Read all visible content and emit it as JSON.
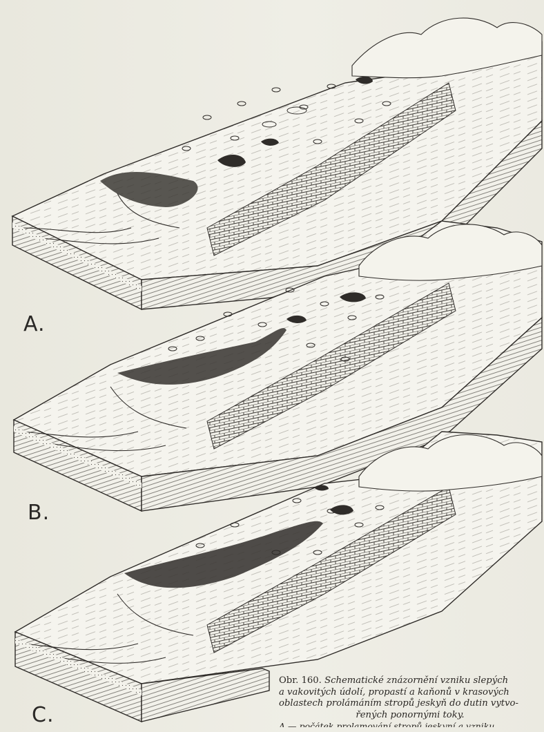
{
  "figure": {
    "panels": [
      {
        "label": "A."
      },
      {
        "label": "B."
      },
      {
        "label": "C."
      }
    ],
    "caption": {
      "number": "Obr. 160.",
      "line1": "Schematické znázornění vzniku slepých",
      "line2": "a vakovitých údolí, propastí a kaňonů v krasových",
      "line3": "oblastech prolámáním stropů jeskyň do dutin vytvo-",
      "line4": "řených ponornými toky.",
      "line5": "A — počátek prolamování stropů jeskyní a vzniku"
    }
  }
}
